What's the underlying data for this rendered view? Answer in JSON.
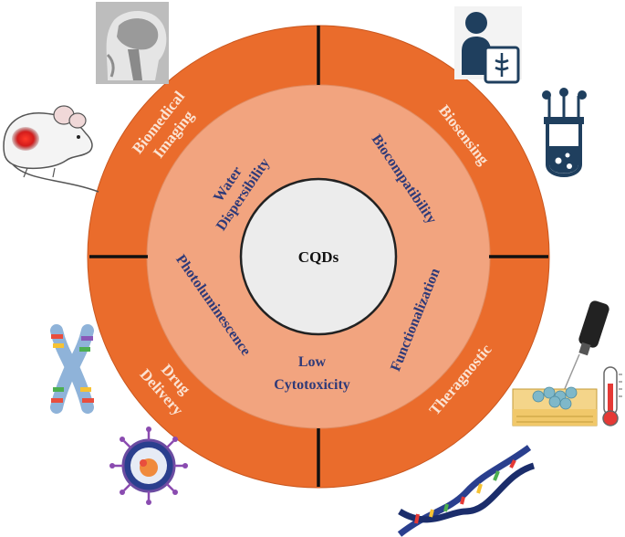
{
  "center": {
    "label": "CQDs"
  },
  "properties": [
    {
      "id": "water-dispersibility",
      "lines": [
        "Water",
        "Dispersibility"
      ]
    },
    {
      "id": "biocompatibility",
      "lines": [
        "Biocompatibility"
      ]
    },
    {
      "id": "functionalization",
      "lines": [
        "Functionalization"
      ]
    },
    {
      "id": "low-cytotoxicity",
      "lines": [
        "Low",
        "Cytotoxicity"
      ]
    },
    {
      "id": "photoluminescence",
      "lines": [
        "Photoluminescence"
      ]
    }
  ],
  "applications": [
    {
      "id": "biomedical-imaging",
      "lines": [
        "Biomedical",
        "Imaging"
      ]
    },
    {
      "id": "biosensing",
      "lines": [
        "Biosensing"
      ]
    },
    {
      "id": "theragnostic",
      "lines": [
        "Theragnostic"
      ]
    },
    {
      "id": "drug-delivery",
      "lines": [
        "Drug",
        "Delivery"
      ]
    }
  ],
  "colors": {
    "outer_ring": "#ea6c2c",
    "inner_ring": "#f2a47f",
    "center_disc": "#ececec",
    "divider": "#111111",
    "property_text": "#2f3a78",
    "application_text": "#fbe3d3"
  },
  "icons": [
    "brain-mri-icon",
    "doctor-xray-icon",
    "test-tube-icon",
    "mouse-tumor-icon",
    "chromosome-icon",
    "laser-probe-icon",
    "tissue-layer-icon",
    "thermometer-icon",
    "virus-nanoparticle-icon",
    "dna-helix-icon"
  ]
}
